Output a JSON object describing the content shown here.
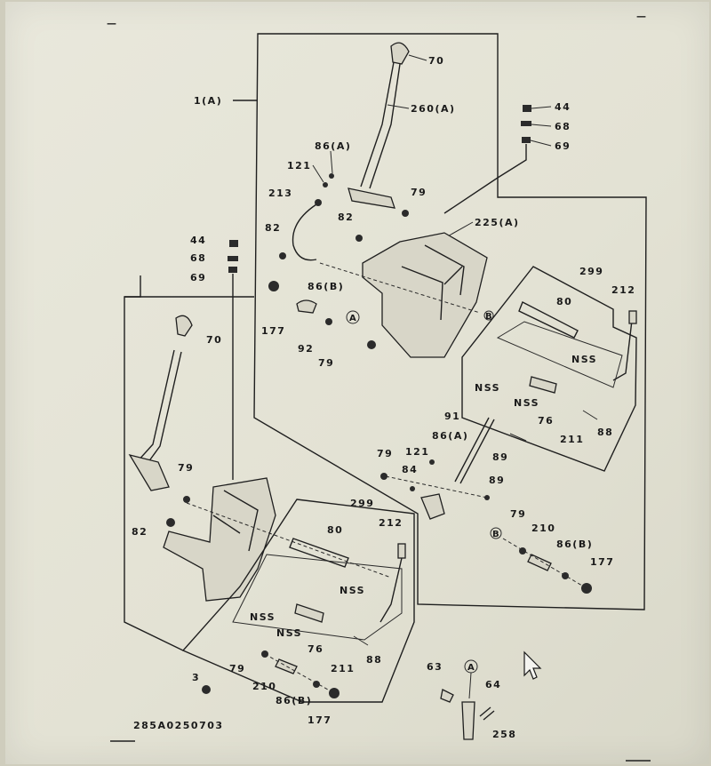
{
  "diagram": {
    "drawing_number": "285A0250703",
    "corner_marks": [
      "—",
      "—"
    ],
    "upper_assembly": {
      "group_label": "1(A)",
      "callouts": {
        "knob": "70",
        "lever": "260(A)",
        "bolt_a": "86(A)",
        "pin_121": "121",
        "cable_213": "213",
        "bolt_82a": "82",
        "bolt_82b": "82",
        "washer_79a": "79",
        "nut_177": "177",
        "bolt_86b": "86(B)",
        "spring_92": "92",
        "washer_79b": "79",
        "bracket": "225(A)",
        "box_44": "44",
        "box_68": "68",
        "box_69": "69",
        "ref_a": "A",
        "ref_b": "B"
      },
      "detail_box": {
        "plate": "299",
        "bracket_80": "80",
        "rod_212": "212",
        "nss_1": "NSS",
        "nss_2": "NSS",
        "nss_3": "NSS",
        "spring_76": "76",
        "pin_88": "88",
        "arm_211": "211"
      },
      "linkage": {
        "rod_91": "91",
        "bolt_86a": "86(A)",
        "pin_121": "121",
        "pin_89a": "89",
        "washer_79": "79",
        "pin_84": "84",
        "pin_89b": "89",
        "ref_b": "B",
        "washer_79c": "79",
        "bush_210": "210",
        "bolt_86b": "86(B)",
        "nut_177": "177"
      }
    },
    "lower_assembly": {
      "box_44": "44",
      "box_68": "68",
      "box_69": "69",
      "knob": "70",
      "washer_79": "79",
      "bolt_82": "82",
      "plate": "299",
      "rod_212": "212",
      "bracket_80": "80",
      "nss_1": "NSS",
      "nss_2": "NSS",
      "nss_3": "NSS",
      "spring_76": "76",
      "pin_88": "88",
      "arm_211": "211",
      "washer_79b": "79",
      "bush_210": "210",
      "bolt_86b": "86(B)",
      "nut_177": "177",
      "bolt_3": "3"
    },
    "cable_detail": {
      "ref_a": "A",
      "clip_63": "63",
      "clip_64": "64",
      "end_258": "258"
    }
  }
}
